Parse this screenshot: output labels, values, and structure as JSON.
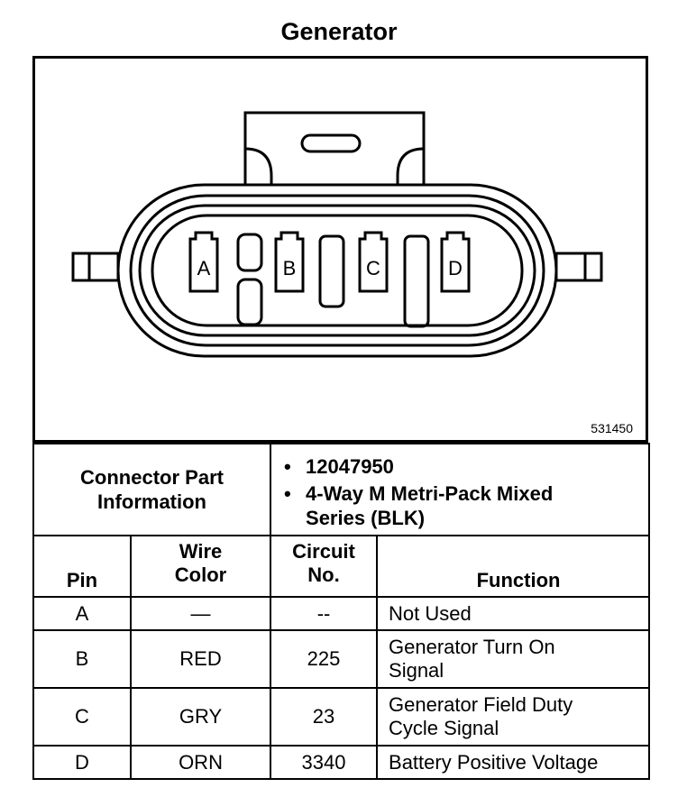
{
  "title": "Generator",
  "diagram": {
    "reference_number": "531450",
    "pin_labels": [
      "A",
      "B",
      "C",
      "D"
    ]
  },
  "connector_info": {
    "label_line1": "Connector Part",
    "label_line2": "Information",
    "items": [
      {
        "bullet": "•",
        "line1": "12047950",
        "line2": ""
      },
      {
        "bullet": "•",
        "line1": "4-Way M Metri-Pack Mixed",
        "line2": "Series (BLK)"
      }
    ]
  },
  "table": {
    "headers": {
      "pin": "Pin",
      "wire_color_line1": "Wire",
      "wire_color_line2": "Color",
      "circuit_line1": "Circuit",
      "circuit_line2": "No.",
      "function": "Function"
    },
    "rows": [
      {
        "pin": "A",
        "wire_color": "—",
        "circuit": "--",
        "function_line1": "Not Used",
        "function_line2": ""
      },
      {
        "pin": "B",
        "wire_color": "RED",
        "circuit": "225",
        "function_line1": "Generator Turn On",
        "function_line2": "Signal"
      },
      {
        "pin": "C",
        "wire_color": "GRY",
        "circuit": "23",
        "function_line1": "Generator Field Duty",
        "function_line2": "Cycle Signal"
      },
      {
        "pin": "D",
        "wire_color": "ORN",
        "circuit": "3340",
        "function_line1": "Battery Positive Voltage",
        "function_line2": ""
      }
    ]
  }
}
